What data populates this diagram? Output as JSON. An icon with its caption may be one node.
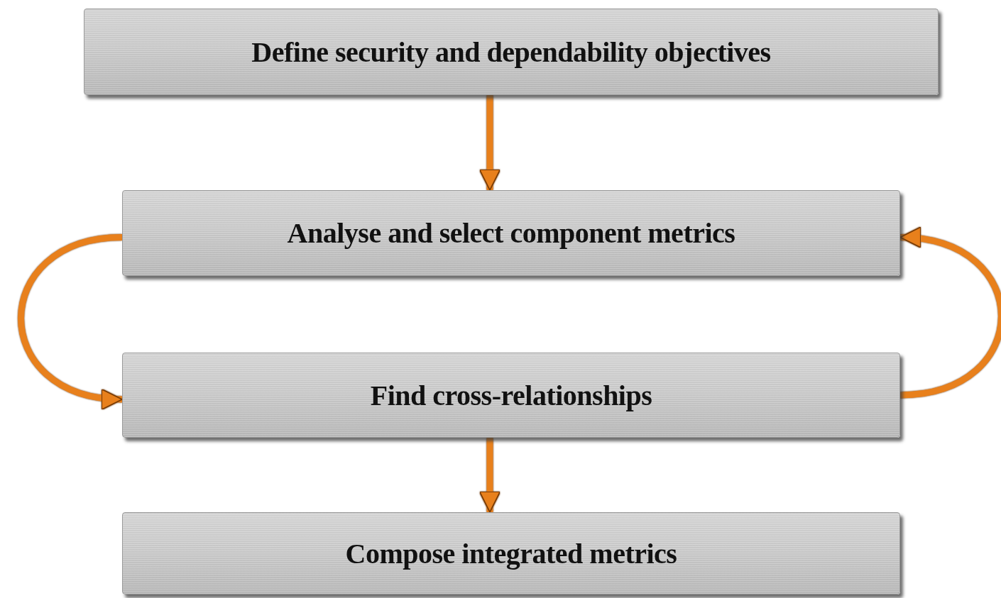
{
  "diagram": {
    "nodes": [
      {
        "text": [
          "Define security and dependability objectives"
        ]
      },
      {
        "text": [
          "Analyse and select component metrics"
        ]
      },
      {
        "text": [
          "Find cross-relationships"
        ]
      },
      {
        "text": [
          "Compose integrated metrics"
        ]
      }
    ],
    "edges": [
      {
        "from": 0,
        "to": 1,
        "arrow": "to"
      },
      {
        "from": 1,
        "to": 2,
        "arrow": "to"
      },
      {
        "from": 2,
        "to": 1,
        "arrow": "to"
      },
      {
        "from": 2,
        "to": 3,
        "arrow": "to"
      }
    ]
  }
}
